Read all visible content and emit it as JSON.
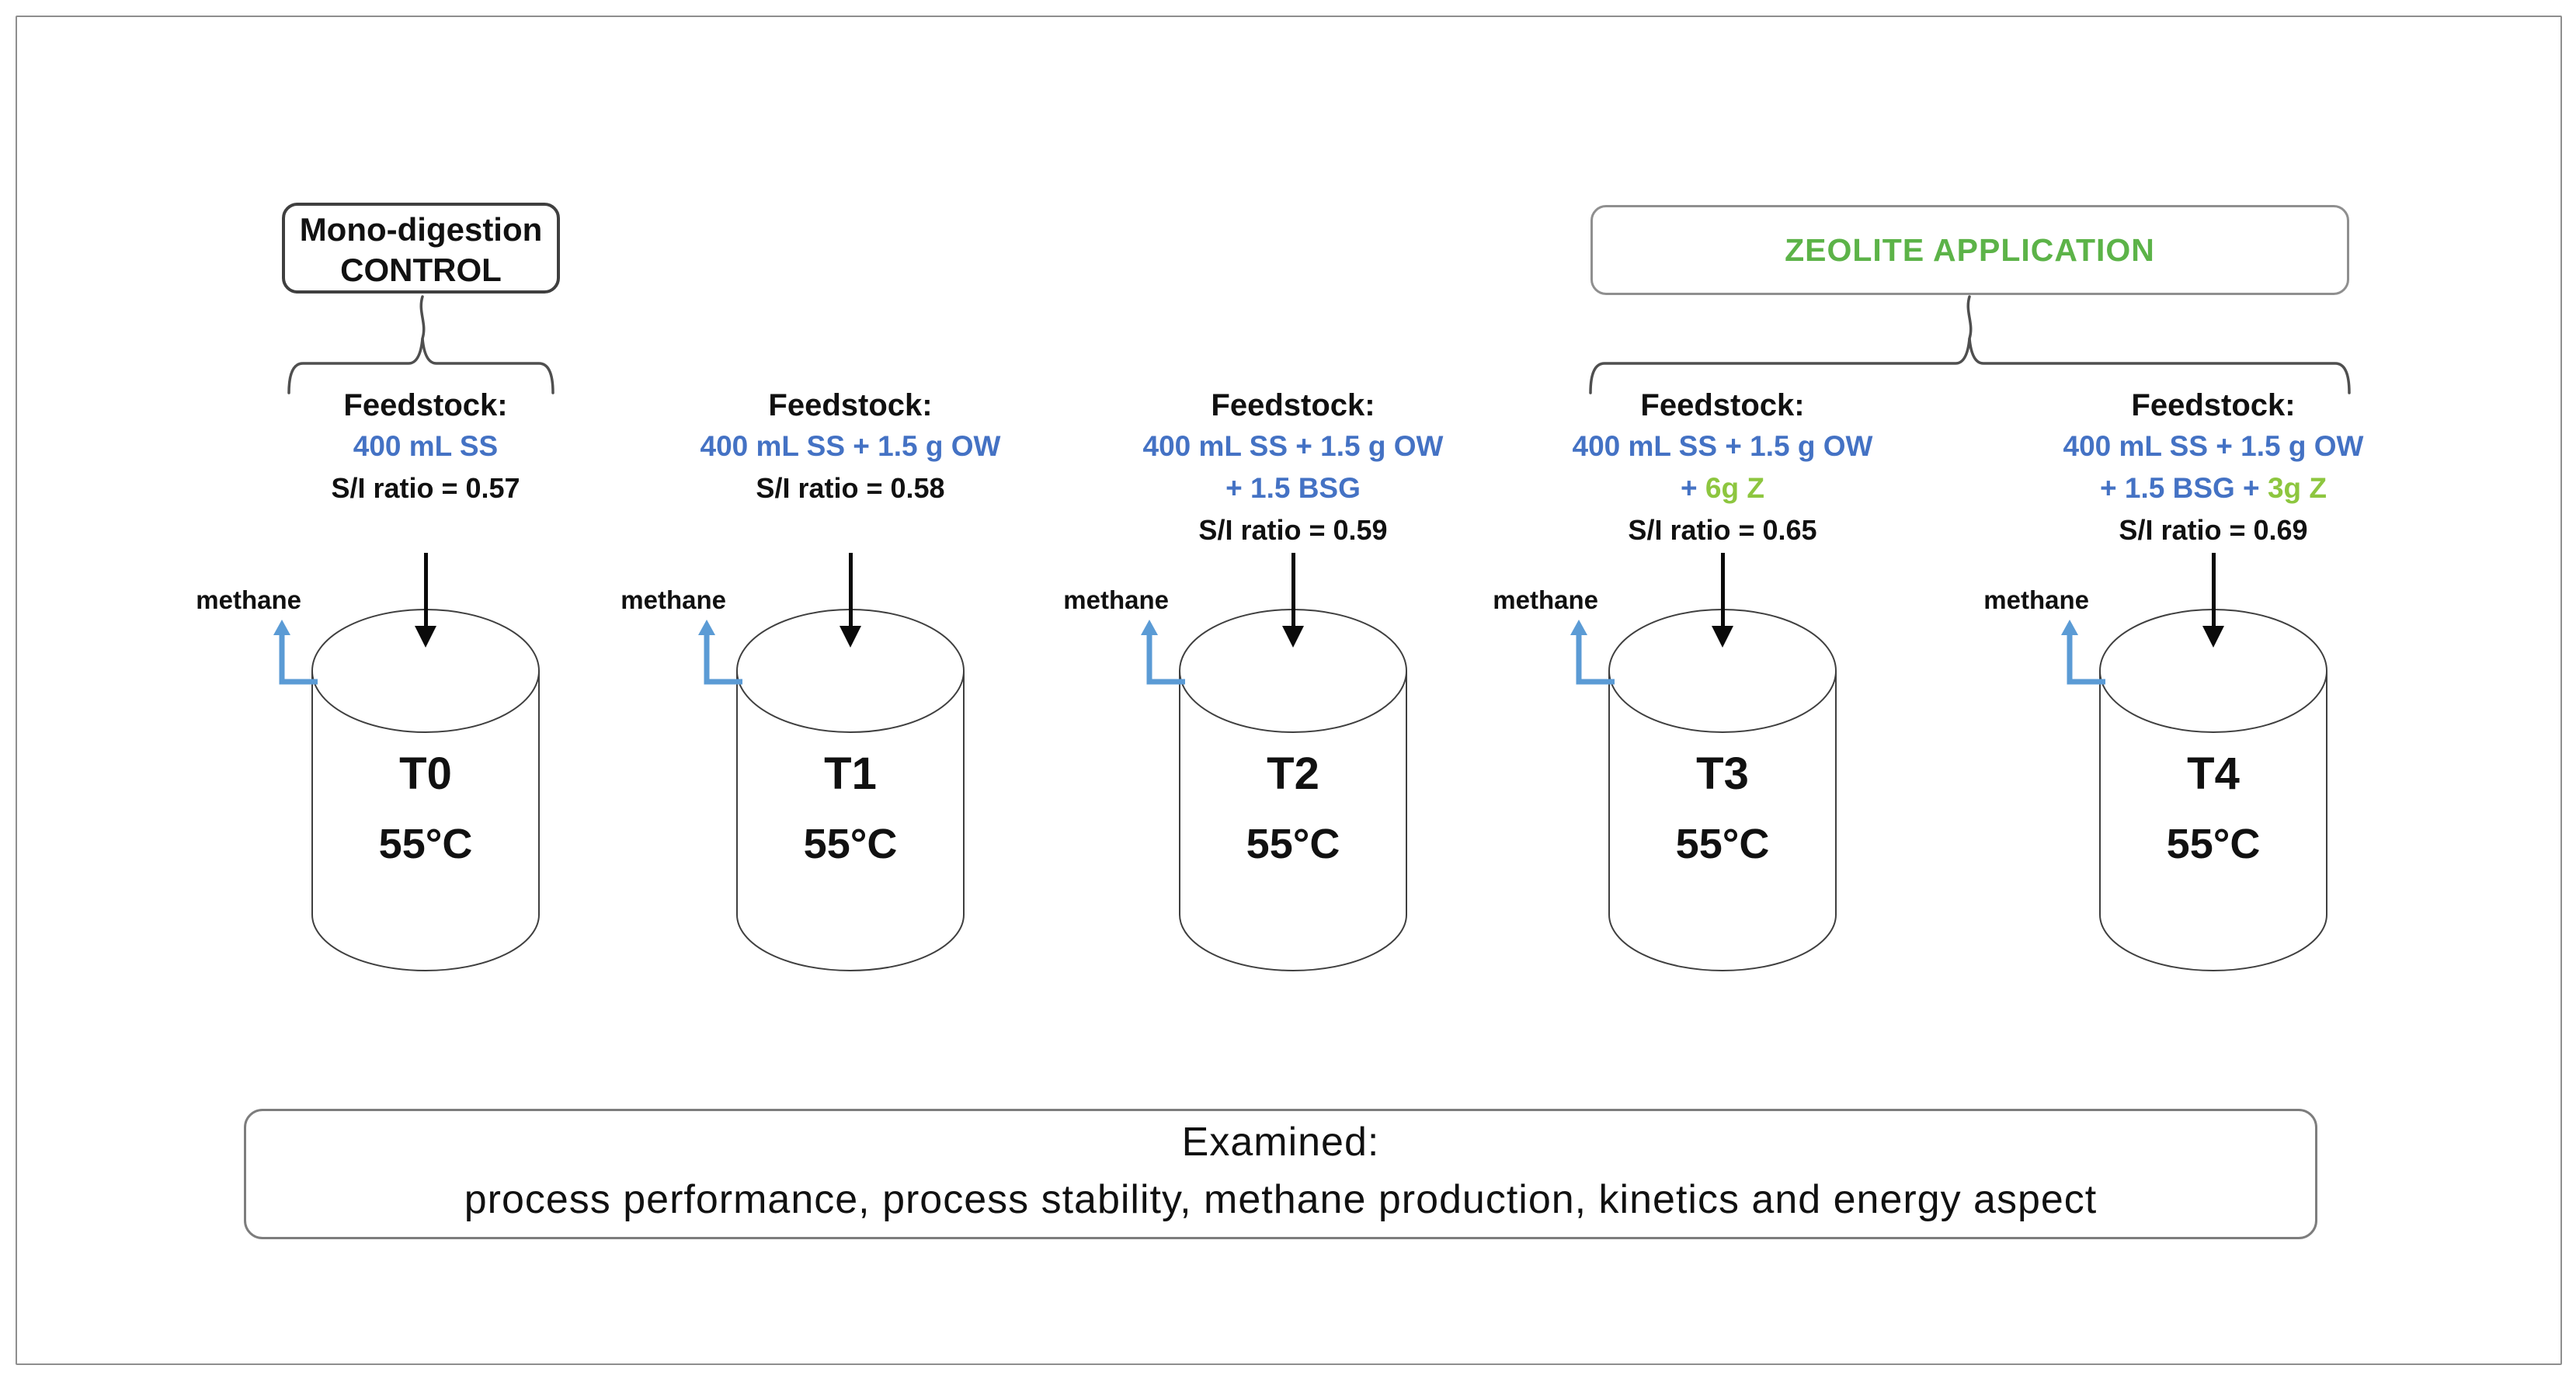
{
  "control_group": {
    "line1": "Mono-digestion",
    "line2": "CONTROL"
  },
  "zeolite_group": {
    "label": "ZEOLITE APPLICATION"
  },
  "colors": {
    "blue": "#4472C4",
    "green": "#8DC63F",
    "zeolite_green": "#5CB348",
    "methane_arrow_blue": "#5B9BD5"
  },
  "reactors": [
    {
      "name": "T0",
      "temperature": "55°C",
      "heading": "Feedstock:",
      "lines": [
        [
          {
            "t": "400 mL SS",
            "c": "blue"
          }
        ]
      ],
      "si": "S/I ratio = 0.57",
      "gas": "methane"
    },
    {
      "name": "T1",
      "temperature": "55°C",
      "heading": "Feedstock:",
      "lines": [
        [
          {
            "t": "400 mL SS + 1.5 g OW",
            "c": "blue"
          }
        ]
      ],
      "si": "S/I ratio = 0.58",
      "gas": "methane"
    },
    {
      "name": "T2",
      "temperature": "55°C",
      "heading": "Feedstock:",
      "lines": [
        [
          {
            "t": "400 mL SS + 1.5 g OW",
            "c": "blue"
          }
        ],
        [
          {
            "t": "+ 1.5 BSG",
            "c": "blue"
          }
        ]
      ],
      "si": "S/I ratio = 0.59",
      "gas": "methane"
    },
    {
      "name": "T3",
      "temperature": "55°C",
      "heading": "Feedstock:",
      "lines": [
        [
          {
            "t": "400 mL SS + 1.5 g OW",
            "c": "blue"
          }
        ],
        [
          {
            "t": "+ ",
            "c": "blue"
          },
          {
            "t": "6g Z",
            "c": "green"
          }
        ]
      ],
      "si": "S/I ratio = 0.65",
      "gas": "methane"
    },
    {
      "name": "T4",
      "temperature": "55°C",
      "heading": "Feedstock:",
      "lines": [
        [
          {
            "t": "400 mL SS + 1.5 g OW",
            "c": "blue"
          }
        ],
        [
          {
            "t": "+ 1.5 BSG + ",
            "c": "blue"
          },
          {
            "t": "3g Z",
            "c": "green"
          }
        ]
      ],
      "si": "S/I ratio = 0.69",
      "gas": "methane"
    }
  ],
  "examined": {
    "heading": "Examined:",
    "text": "process performance, process stability, methane production, kinetics and energy aspect"
  }
}
